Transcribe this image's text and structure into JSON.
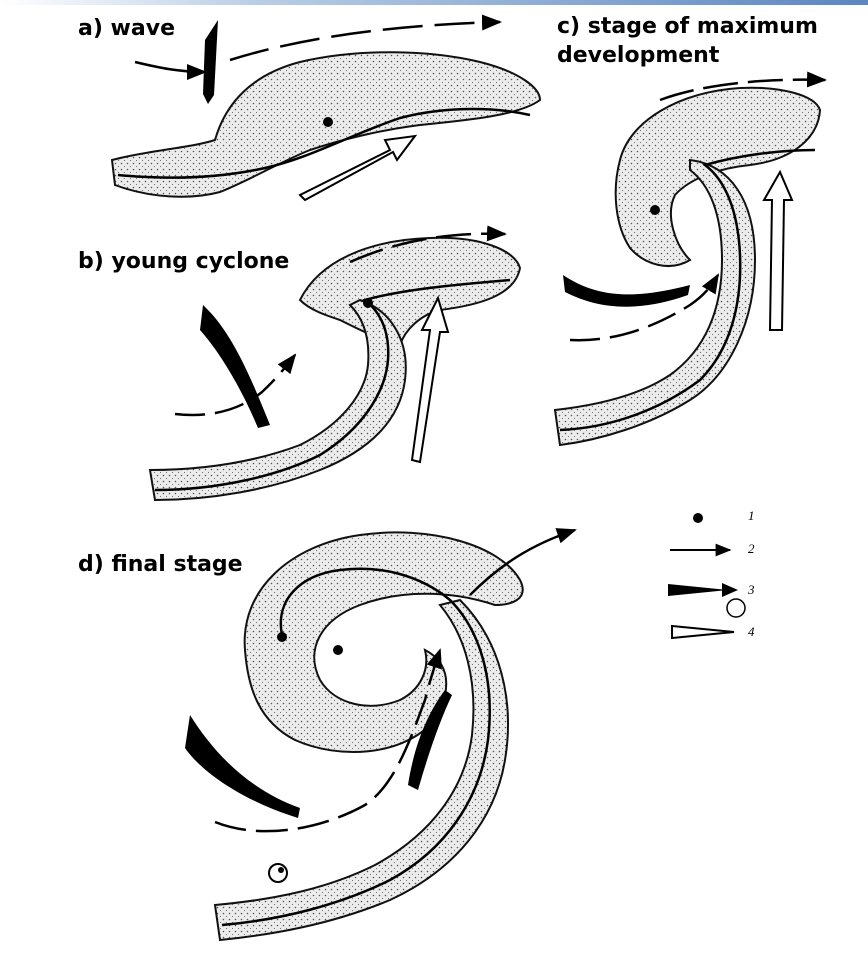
{
  "panels": {
    "a": {
      "label": "a) wave"
    },
    "b": {
      "label": "b) young cyclone"
    },
    "c": {
      "label_line1": "c) stage of maximum",
      "label_line2": "development"
    },
    "d": {
      "label": "d) final stage"
    }
  },
  "legend": {
    "items": [
      {
        "number": "1",
        "symbol": "dot-icon"
      },
      {
        "number": "2",
        "symbol": "thin-arrow-icon"
      },
      {
        "number": "3",
        "symbol": "wedge-arrow-icon"
      },
      {
        "number": "4",
        "symbol": "hollow-arrow-icon"
      }
    ]
  },
  "colors": {
    "accent": "#5b86c0",
    "cloud_fill": "#e9e9e9",
    "ink": "#000000"
  }
}
